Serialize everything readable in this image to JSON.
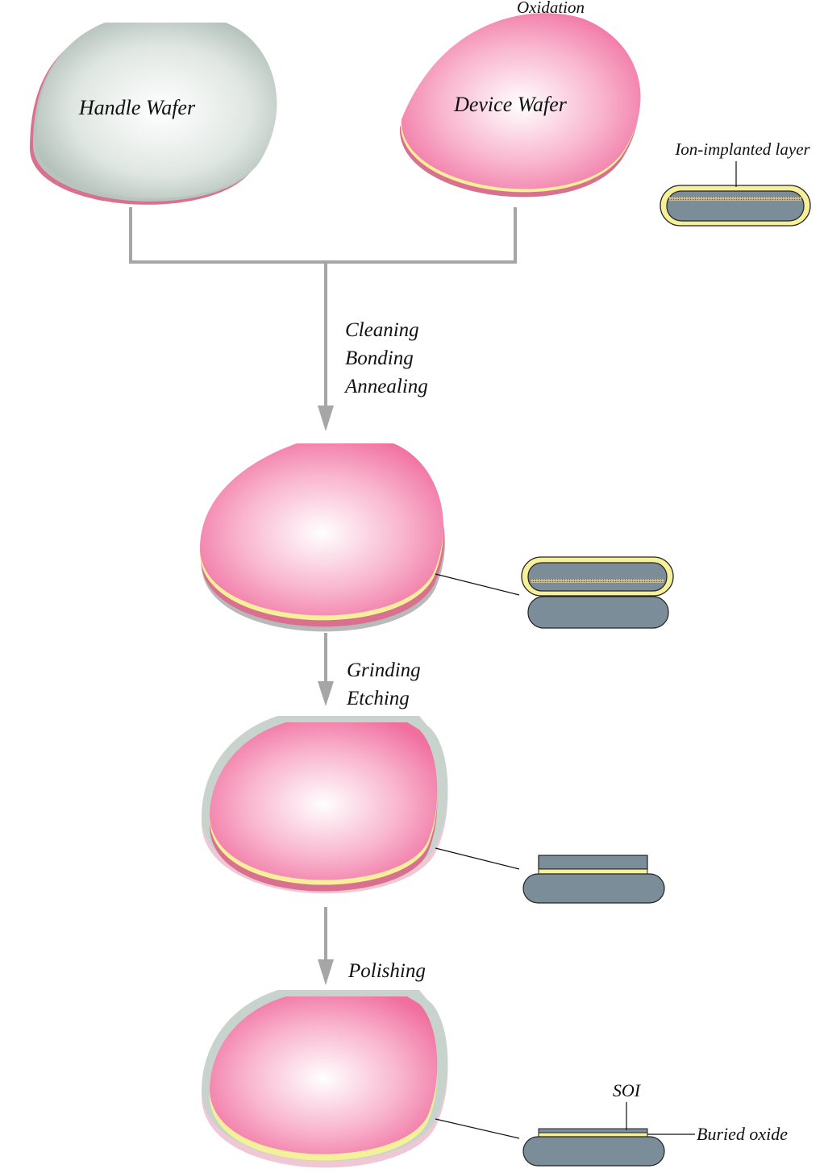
{
  "labels": {
    "oxidation": "Oxidation",
    "handle_wafer": "Handle Wafer",
    "device_wafer": "Device Wafer",
    "ion_implanted_layer": "Ion-implanted layer",
    "soi": "SOI",
    "buried_oxide": "Buried oxide"
  },
  "steps": {
    "bond": [
      "Cleaning",
      "Bonding",
      "Annealing"
    ],
    "thin": [
      "Grinding",
      "Etching"
    ],
    "polish": [
      "Polishing"
    ]
  },
  "colors": {
    "device_pink": "#f06f9f",
    "device_pink_light": "#ffffff",
    "device_edge": "#d9708f",
    "handle_gray": "#a9b7b1",
    "handle_light": "#ffffff",
    "oxide_yellow": "#f7f09a",
    "silicon_slate": "#7b8d99",
    "arrow_gray": "#a6a6a6",
    "line_dark": "#111111"
  }
}
